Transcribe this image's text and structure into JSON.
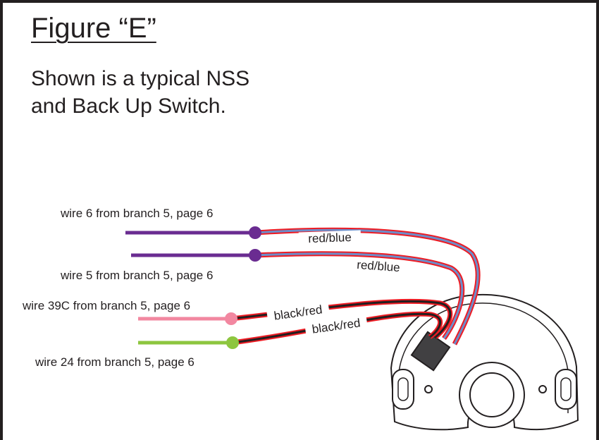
{
  "figure": {
    "title": "Figure “E”",
    "caption_lines": [
      "Shown is a typical NSS",
      "and Back Up Switch."
    ]
  },
  "wires": [
    {
      "label": "wire 6 from branch 5, page 6",
      "color_name": "red/blue",
      "lead_color": "#6a2c91",
      "stripe_color": "#ed1c24",
      "core_color": "#6d8dc9"
    },
    {
      "label": "wire 5 from branch 5, page 6",
      "color_name": "red/blue",
      "lead_color": "#6a2c91",
      "stripe_color": "#ed1c24",
      "core_color": "#6d8dc9"
    },
    {
      "label": "wire 39C from branch 5, page 6",
      "color_name": "black/red",
      "lead_color": "#f287a0",
      "stripe_color": "#ed1c24",
      "core_color": "#231f20"
    },
    {
      "label": "wire 24 from branch 5, page 6",
      "color_name": "black/red",
      "lead_color": "#8dc63f",
      "stripe_color": "#ed1c24",
      "core_color": "#231f20"
    }
  ],
  "colors": {
    "border": "#231f20",
    "background": "#ffffff"
  }
}
